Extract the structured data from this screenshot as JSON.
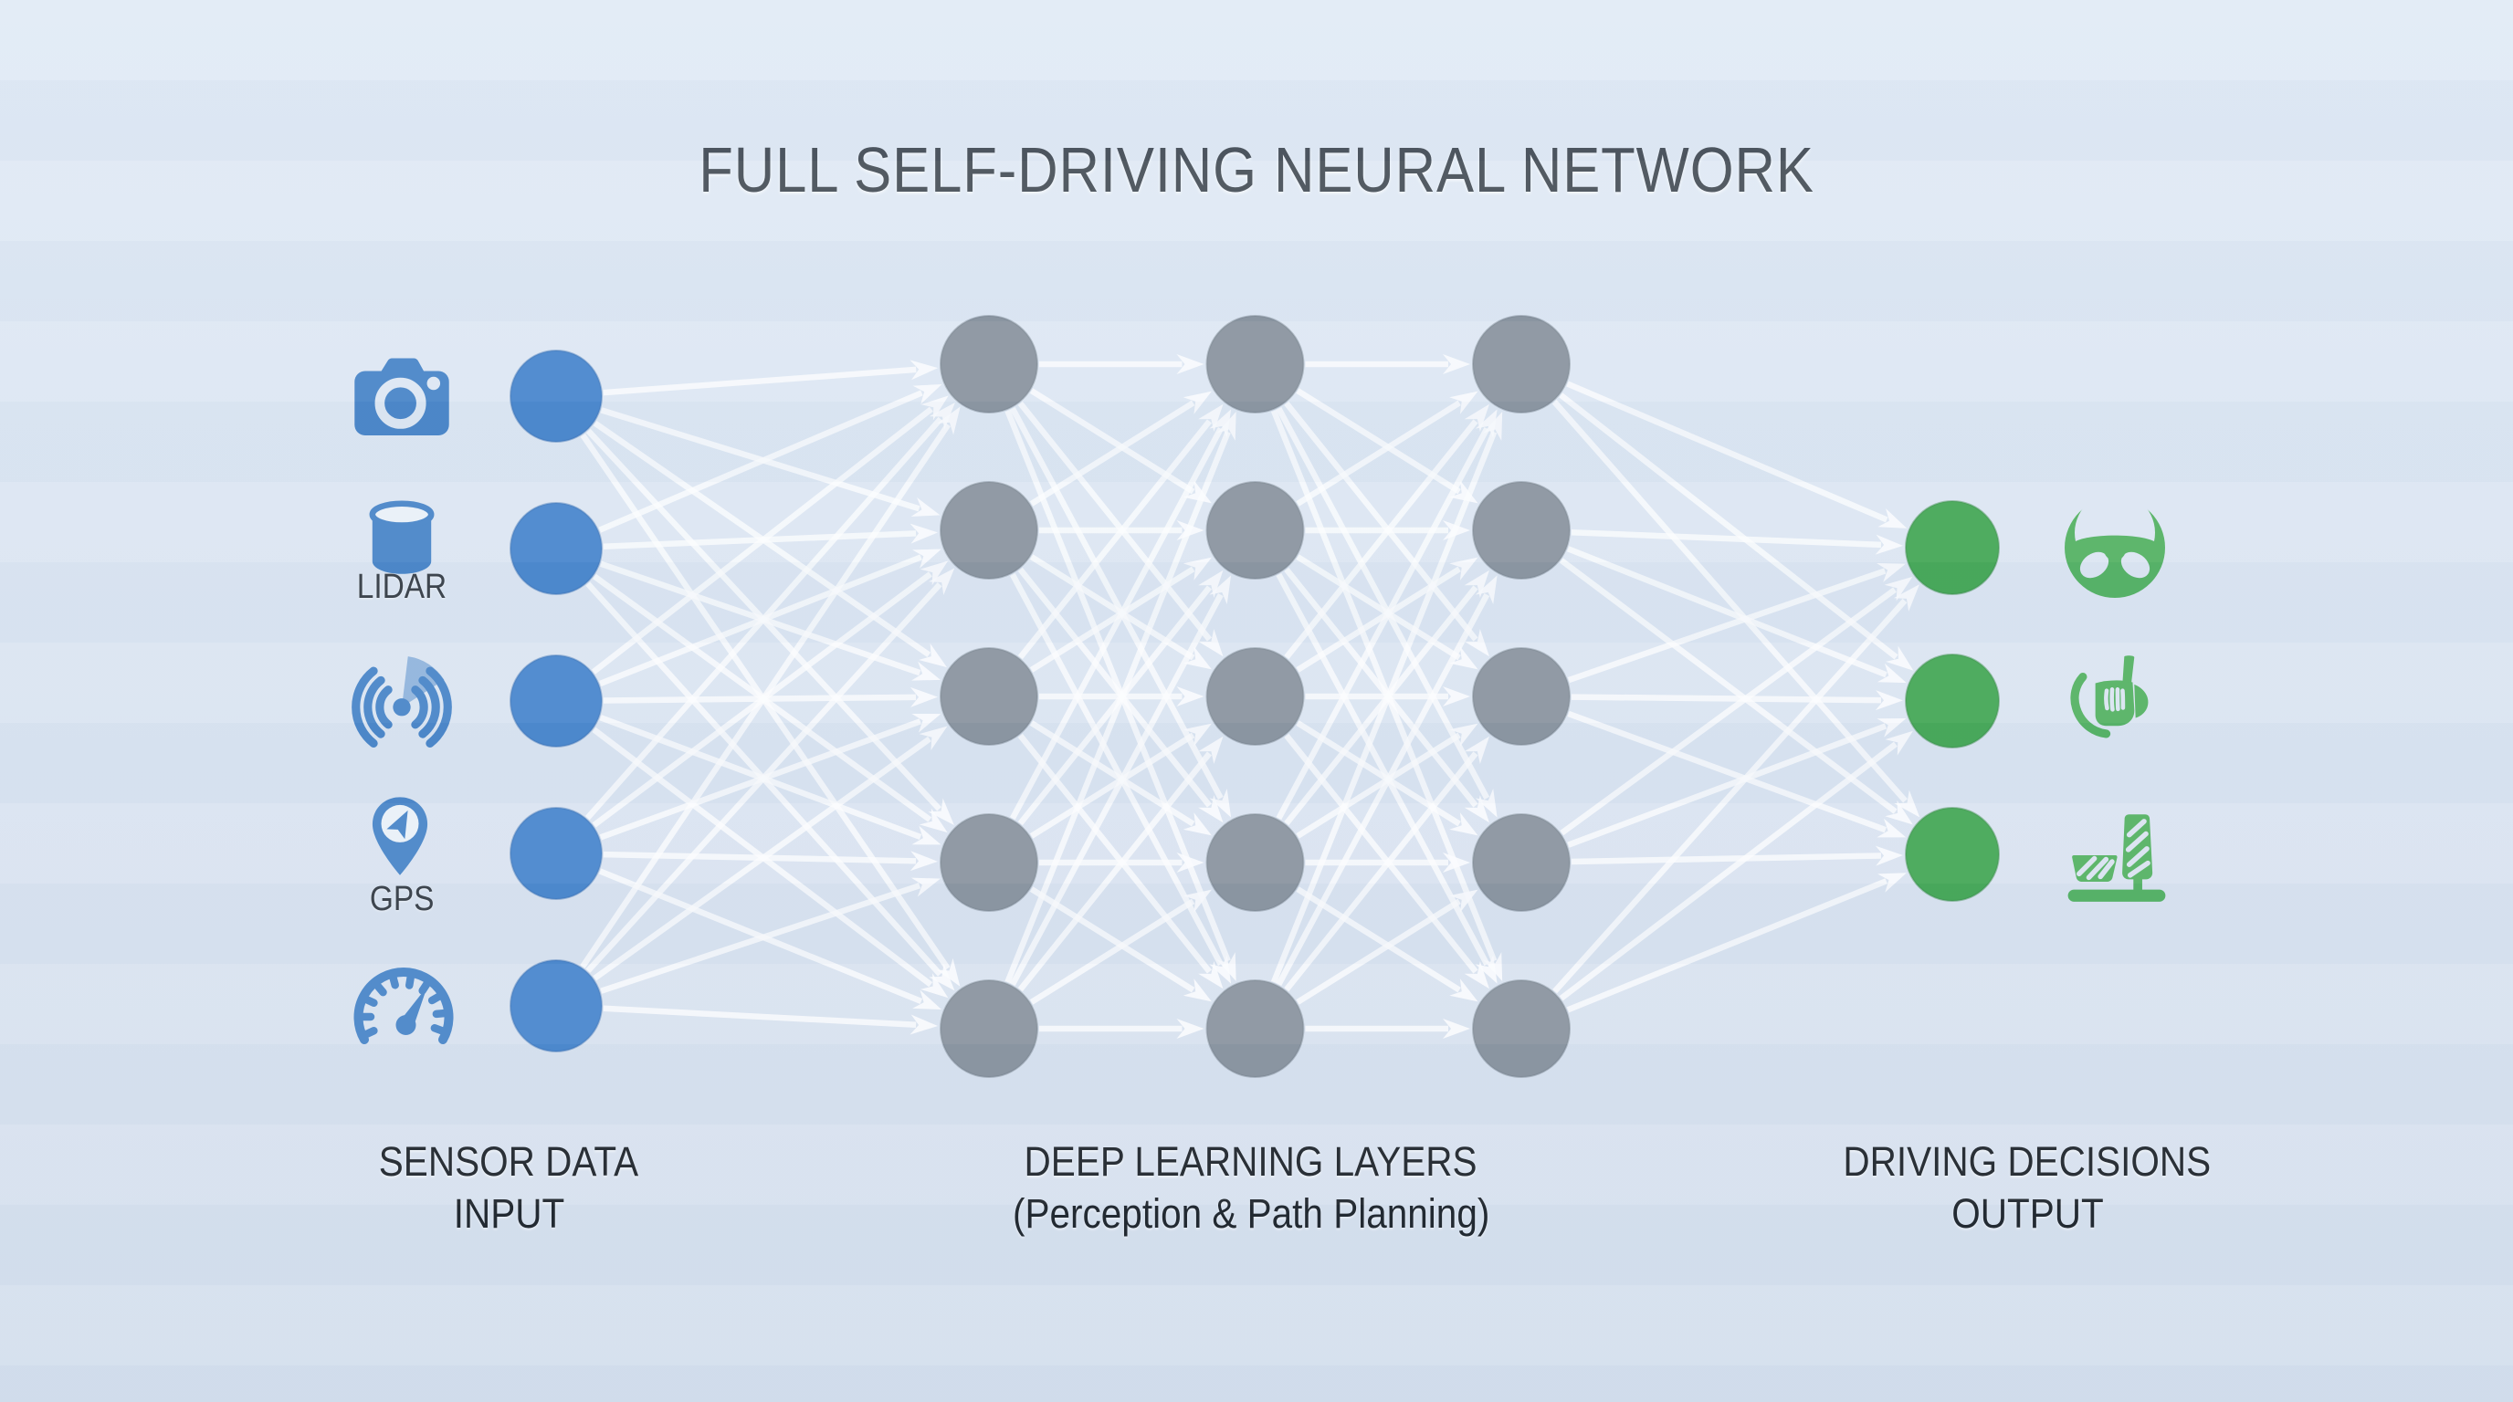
{
  "title": "FULL SELF-DRIVING NEURAL NETWORK",
  "section_labels": {
    "input": {
      "line1": "SENSOR DATA",
      "line2": "INPUT"
    },
    "hidden": {
      "line1": "DEEP LEARNING LAYERS",
      "line2": "(Perception & Path Planning)"
    },
    "output": {
      "line1": "DRIVING DECISIONS",
      "line2": "OUTPUT"
    }
  },
  "sensors": [
    {
      "icon": "camera-icon",
      "label": ""
    },
    {
      "icon": "lidar-icon",
      "label": "LIDAR"
    },
    {
      "icon": "radar-icon",
      "label": ""
    },
    {
      "icon": "gps-icon",
      "label": "GPS"
    },
    {
      "icon": "speedometer-icon",
      "label": ""
    }
  ],
  "decisions": [
    {
      "icon": "steering-wheel-icon"
    },
    {
      "icon": "gear-shift-icon"
    },
    {
      "icon": "pedals-icon"
    }
  ],
  "network": {
    "input_nodes": 5,
    "hidden_layers": 3,
    "hidden_nodes_per_layer": 5,
    "output_nodes": 3
  },
  "colors": {
    "background_top": "#e2ebf6",
    "background_bottom": "#d4dfed",
    "input_node": "#4a87cd",
    "input_node_rim": "#3c72b4",
    "hidden_node": "#8b95a0",
    "hidden_node_rim": "#76808c",
    "output_node": "#46a857",
    "output_node_rim": "#378a47",
    "connection": "#fbfcfe",
    "icon_blue": "#4a86c8",
    "icon_blue_light": "#84abd8",
    "icon_green": "#55b264",
    "title_text": "#4a525b",
    "label_text": "#1f252c"
  }
}
